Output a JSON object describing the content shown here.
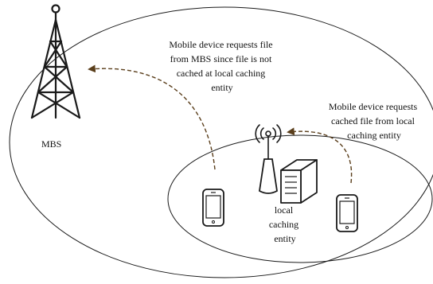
{
  "labels": {
    "mbs": "MBS",
    "remote_request": [
      "Mobile device requests file",
      "from MBS since file is not",
      "cached at local caching",
      "entity"
    ],
    "local_request": [
      "Mobile device requests",
      "cached file from local",
      "caching entity"
    ],
    "local_entity": [
      "local",
      "caching",
      "entity"
    ]
  },
  "colors": {
    "line": "#1a1a1a",
    "arrow": "#5a3e1b",
    "background": "#ffffff"
  },
  "icons": {
    "macro_tower": "lattice-tower-icon",
    "small_cell": "antenna-broadcast-icon",
    "server": "server-icon",
    "phones": [
      "smartphone-icon",
      "smartphone-icon"
    ]
  }
}
